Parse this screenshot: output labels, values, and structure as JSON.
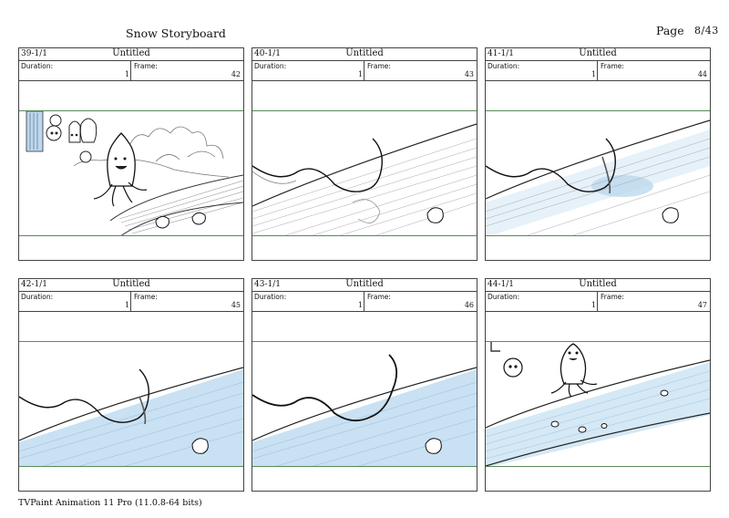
{
  "document": {
    "title": "Snow Storyboard",
    "page_label": "Page",
    "page_number": "8/43",
    "footer": "TVPaint Animation 11 Pro (11.0.8-64 bits)"
  },
  "labels": {
    "duration": "Duration:",
    "frame": "Frame:"
  },
  "panels": [
    {
      "id": "39-1/1",
      "name": "Untitled",
      "duration": "1",
      "frame": "42",
      "scene": "octopus-forest"
    },
    {
      "id": "40-1/1",
      "name": "Untitled",
      "duration": "1",
      "frame": "43",
      "scene": "tentacle-river"
    },
    {
      "id": "41-1/1",
      "name": "Untitled",
      "duration": "1",
      "frame": "44",
      "scene": "tentacle-river-blue"
    },
    {
      "id": "42-1/1",
      "name": "Untitled",
      "duration": "1",
      "frame": "45",
      "scene": "tentacle-river-water"
    },
    {
      "id": "43-1/1",
      "name": "Untitled",
      "duration": "1",
      "frame": "46",
      "scene": "tentacle-river-water"
    },
    {
      "id": "44-1/1",
      "name": "Untitled",
      "duration": "1",
      "frame": "47",
      "scene": "octopus-river"
    }
  ],
  "colors": {
    "line": "#222222",
    "water": "#bcd9ee",
    "frame_green": "#5a8a5a"
  }
}
